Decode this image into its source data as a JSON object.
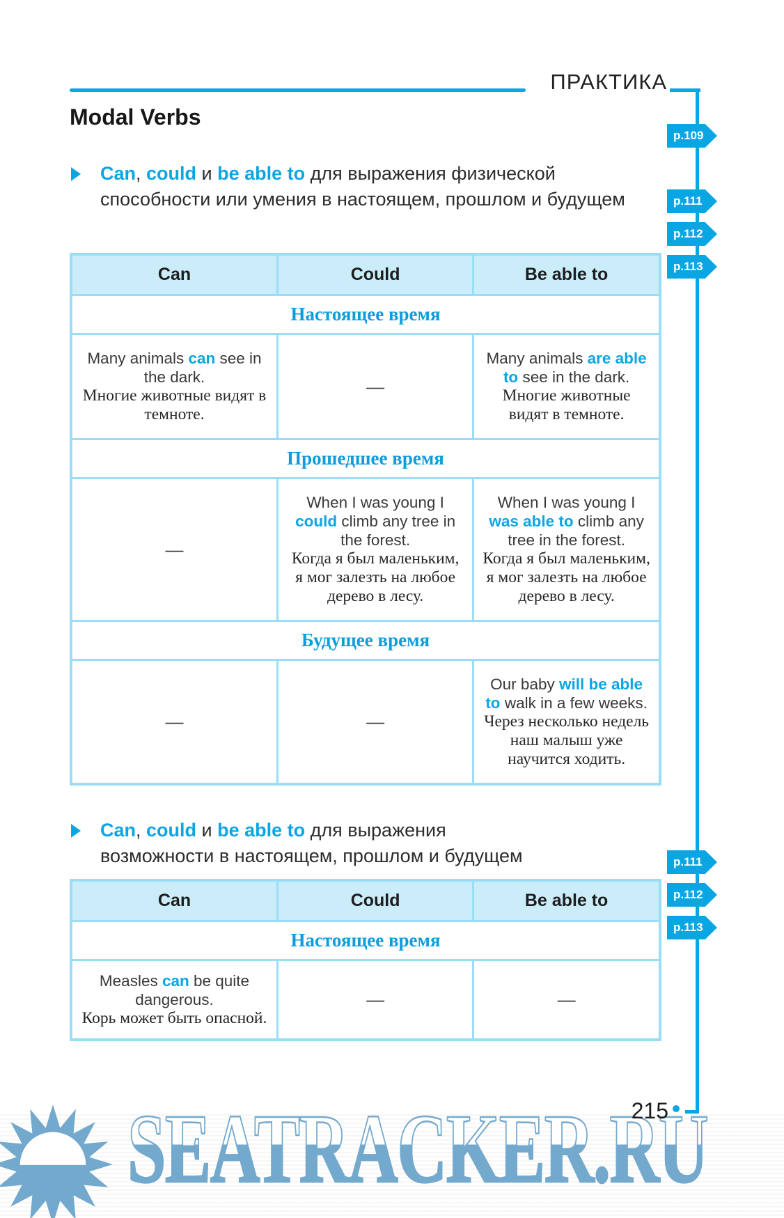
{
  "page": {
    "header_label": "ПРАКТИКА",
    "title": "Modal Verbs",
    "page_number": "215",
    "watermark": "SEATRACKER.RU"
  },
  "colors": {
    "accent": "#0aa6e4",
    "table_border": "#99ddf6",
    "table_header_bg": "#cbedfa",
    "watermark_blue": "#74a9ce"
  },
  "tabs": [
    "p.109",
    "p.111",
    "p.112",
    "p.113",
    "p.111",
    "p.112",
    "p.113"
  ],
  "heading1": [
    {
      "t": "Can",
      "b": true
    },
    {
      "t": ", "
    },
    {
      "t": "could",
      "b": true
    },
    {
      "t": " и "
    },
    {
      "t": "be able to",
      "b": true
    },
    {
      "t": " для выражения физической способности или умения в настоящем, прошлом и будущем"
    }
  ],
  "heading2": [
    {
      "t": "Can",
      "b": true
    },
    {
      "t": ", "
    },
    {
      "t": "could",
      "b": true
    },
    {
      "t": " и "
    },
    {
      "t": "be able to",
      "b": true
    },
    {
      "t": " для выражения возможности в настоящем, прошлом и будущем"
    }
  ],
  "table1": {
    "headers": {
      "c1": "Can",
      "c2": "Could",
      "c3": "Be able to"
    },
    "present_label": "Настоящее время",
    "past_label": "Прошедшее время",
    "future_label": "Будущее время",
    "present": {
      "c1_en": [
        {
          "t": "Many animals "
        },
        {
          "t": "can",
          "b": true
        },
        {
          "t": " see in the dark."
        }
      ],
      "c1_ru": "Многие животные видят в темноте.",
      "c2_dash": "—",
      "c3_en": [
        {
          "t": "Many animals "
        },
        {
          "t": "are able to",
          "b": true
        },
        {
          "t": " see in the dark."
        }
      ],
      "c3_ru": "Многие животные видят в темноте."
    },
    "past": {
      "c1_dash": "—",
      "c2_en": [
        {
          "t": "When I was young I "
        },
        {
          "t": "could",
          "b": true
        },
        {
          "t": " climb any tree in the forest."
        }
      ],
      "c2_ru": "Когда я был маленьким, я мог залезть на любое дерево в лесу.",
      "c3_en": [
        {
          "t": "When I was young I "
        },
        {
          "t": "was able to",
          "b": true
        },
        {
          "t": " climb any tree in the forest."
        }
      ],
      "c3_ru": "Когда я был маленьким, я мог залезть на любое дерево в лесу."
    },
    "future": {
      "c1_dash": "—",
      "c2_dash": "—",
      "c3_en": [
        {
          "t": "Our baby "
        },
        {
          "t": "will be able to",
          "b": true
        },
        {
          "t": " walk in a few weeks."
        }
      ],
      "c3_ru": "Через несколько недель наш малыш уже научится ходить."
    }
  },
  "table2": {
    "headers": {
      "c1": "Can",
      "c2": "Could",
      "c3": "Be able to"
    },
    "present_label": "Настоящее время",
    "present": {
      "c1_en": [
        {
          "t": "Measles "
        },
        {
          "t": "can",
          "b": true
        },
        {
          "t": " be quite dangerous."
        }
      ],
      "c1_ru": "Корь может быть опасной.",
      "c2_dash": "—",
      "c3_dash": "—"
    }
  }
}
